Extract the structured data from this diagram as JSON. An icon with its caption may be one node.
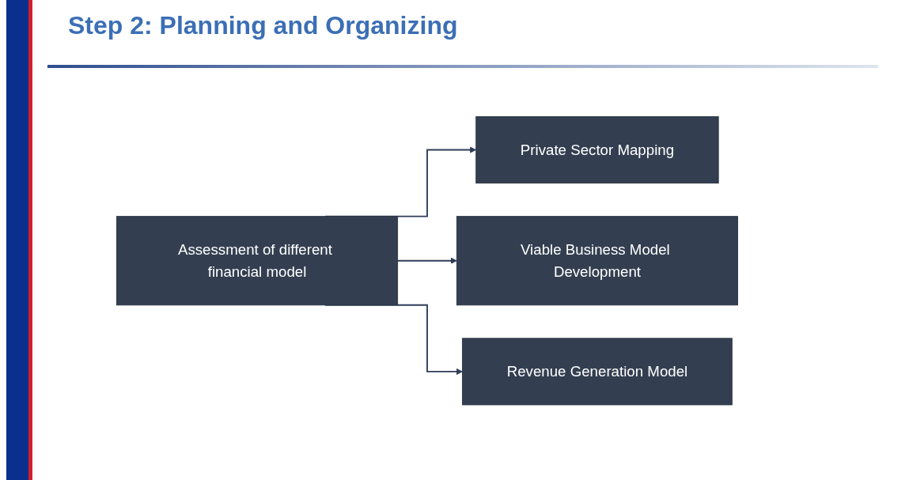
{
  "diagram": {
    "title": "Step 2: Planning and Organizing",
    "nodes": [
      {
        "text": [
          "Assessment of different financial model"
        ]
      },
      {
        "text": [
          "Private Sector Mapping"
        ]
      },
      {
        "text": [
          "Viable Business Model Development"
        ]
      },
      {
        "text": [
          "Revenue Generation Model"
        ]
      }
    ],
    "edges": [
      {
        "from": 0,
        "to": 1,
        "arrow": "to"
      },
      {
        "from": 0,
        "to": 2,
        "arrow": "to"
      },
      {
        "from": 0,
        "to": 3,
        "arrow": "to"
      }
    ]
  }
}
